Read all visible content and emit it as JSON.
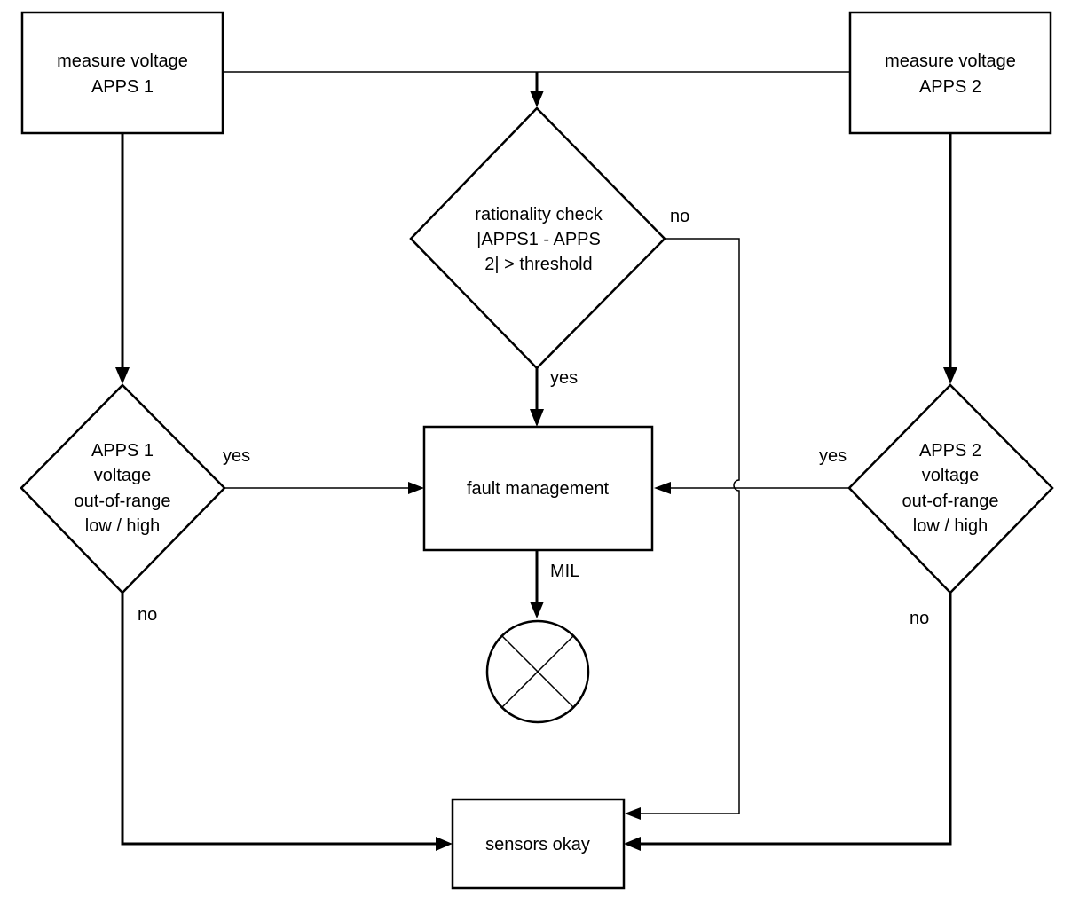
{
  "nodes": {
    "measure_apps1": {
      "lines": [
        "measure voltage",
        "APPS 1"
      ]
    },
    "measure_apps2": {
      "lines": [
        "measure voltage",
        "APPS 2"
      ]
    },
    "rationality_check": {
      "lines": [
        "rationality check",
        "|APPS1 - APPS",
        "2| > threshold"
      ]
    },
    "apps1_range": {
      "lines": [
        "APPS 1",
        "voltage",
        "out-of-range",
        "low / high"
      ]
    },
    "apps2_range": {
      "lines": [
        "APPS 2",
        "voltage",
        "out-of-range",
        "low / high"
      ]
    },
    "fault_management": {
      "label": "fault management"
    },
    "sensors_okay": {
      "label": "sensors okay"
    }
  },
  "edge_labels": {
    "rationality_no": "no",
    "rationality_yes": "yes",
    "apps1_yes": "yes",
    "apps1_no": "no",
    "apps2_yes": "yes",
    "apps2_no": "no",
    "mil": "MIL"
  },
  "lamp": {
    "icon": "mil-lamp-icon"
  }
}
